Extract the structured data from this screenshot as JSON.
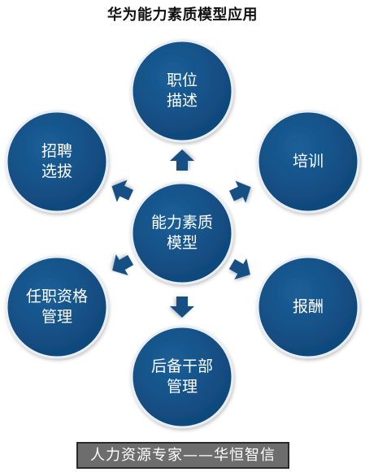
{
  "title": "华为能力素质模型应用",
  "center": {
    "line1": "能力素质",
    "line2": "模型"
  },
  "nodes": {
    "position_description": {
      "line1": "职位",
      "line2": "描述"
    },
    "training": {
      "line1": "培训"
    },
    "compensation": {
      "line1": "报酬"
    },
    "cadre_management": {
      "line1": "后备干部",
      "line2": "管理"
    },
    "qualification_management": {
      "line1": "任职资格",
      "line2": "管理"
    },
    "recruitment": {
      "line1": "招聘",
      "line2": "选拔"
    }
  },
  "footer": {
    "text": "人力资源专家——华恒智信"
  },
  "colors": {
    "circle_fill": "#124f84",
    "circle_stroke": "#e9eef4",
    "arrow_fill": "#124f84",
    "footer_bg": "#6d6d6d"
  }
}
